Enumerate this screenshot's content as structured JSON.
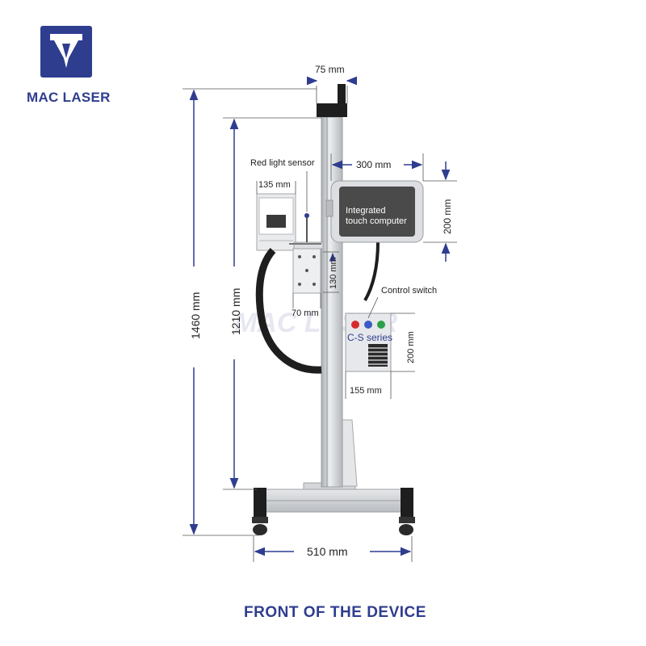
{
  "brand": {
    "name": "MAC LASER",
    "color": "#2f3d8f",
    "watermark": "MAC LASER"
  },
  "caption": "FRONT OF THE DEVICE",
  "dimensions": {
    "top_width": "75 mm",
    "total_height": "1460 mm",
    "column_height": "1210 mm",
    "screen_width": "300 mm",
    "screen_height": "200 mm",
    "head_width": "135 mm",
    "bracket_height": "130 mm",
    "bracket_width": "70 mm",
    "controller_height": "200 mm",
    "controller_width": "155 mm",
    "base_width": "510 mm"
  },
  "components": {
    "red_light_sensor": "Red light sensor",
    "touch_computer_line1": "Integrated",
    "touch_computer_line2": "touch computer",
    "control_switch": "Control switch",
    "controller_series": "C-S series"
  },
  "colors": {
    "arrow": "#2f3d8f",
    "frame": "#c9ccd0",
    "screen": "#4a4a4a",
    "cable": "#1e1e1e"
  }
}
